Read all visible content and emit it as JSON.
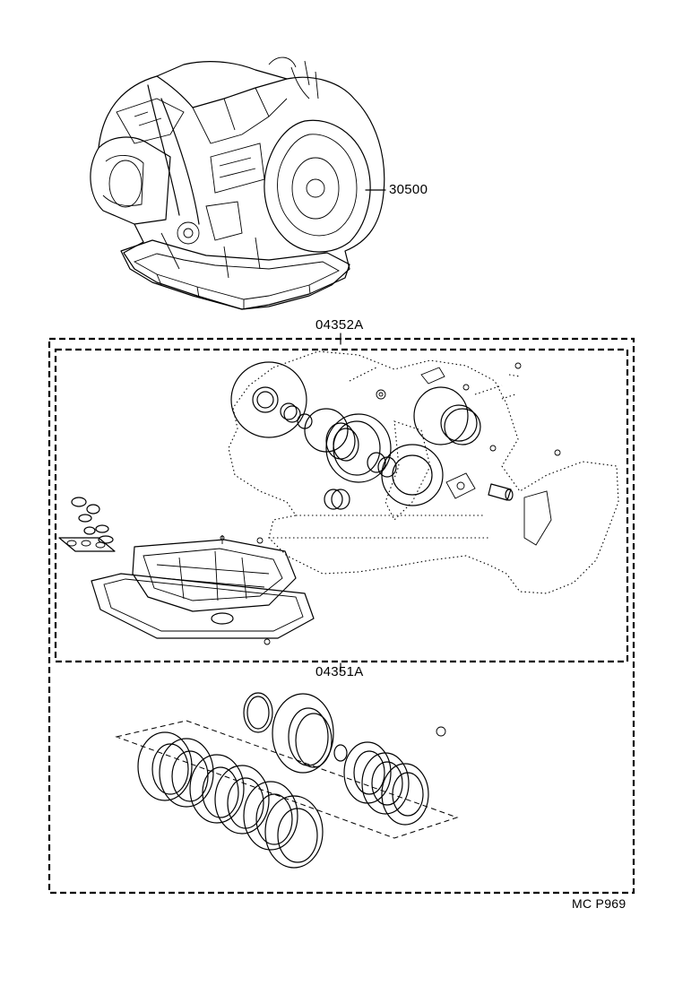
{
  "labels": {
    "assembly": "30500",
    "overhaul_kit": "04352A",
    "gasket_kit": "04351A",
    "figure_code": "MC P969"
  }
}
